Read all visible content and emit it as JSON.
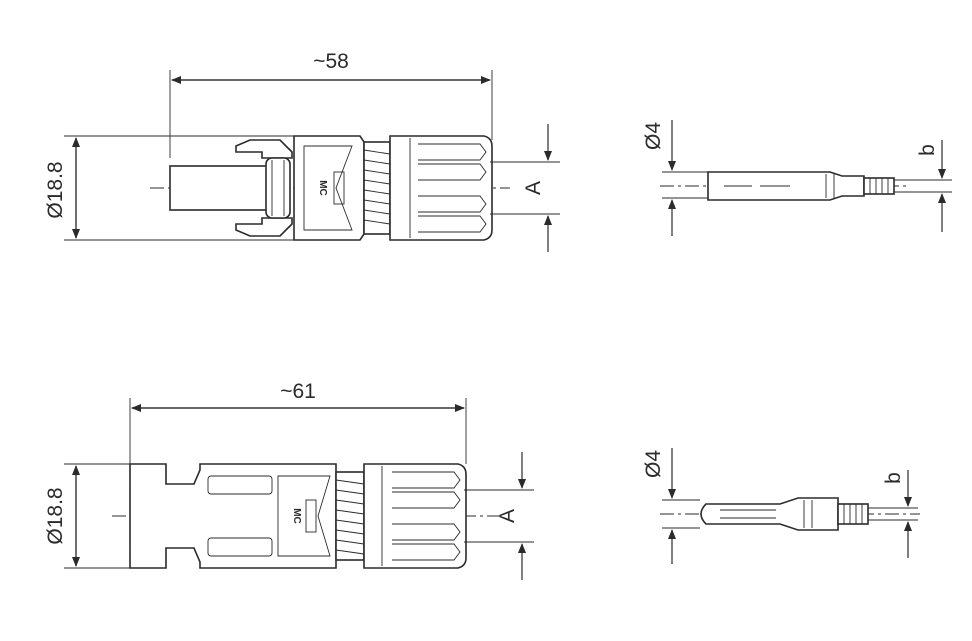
{
  "diagram": {
    "top_connector": {
      "length_label": "~58",
      "diameter_label": "Ø18.8",
      "ref_label": "A",
      "logo_text": "MC"
    },
    "top_pin": {
      "diameter_label": "Ø4",
      "ref_label": "b"
    },
    "bottom_connector": {
      "length_label": "~61",
      "diameter_label": "Ø18.8",
      "ref_label": "A",
      "logo_text": "MC"
    },
    "bottom_pin": {
      "diameter_label": "Ø4",
      "ref_label": "b"
    }
  }
}
